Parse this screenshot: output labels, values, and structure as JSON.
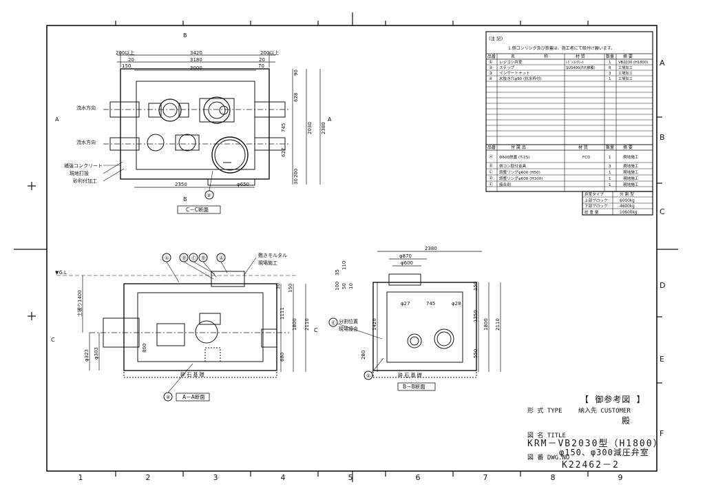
{
  "grid": {
    "bottom_cols": [
      "1",
      "2",
      "3",
      "4",
      "5",
      "6",
      "7",
      "8",
      "9"
    ],
    "right_rows": [
      "A",
      "B",
      "C",
      "D",
      "E",
      "F"
    ]
  },
  "views": {
    "cc_title": "C－C断面",
    "aa_title": "A－A断面",
    "bb_title": "B－B断面",
    "cut_b": "B",
    "cut_a": "A",
    "cut_c": "C"
  },
  "plan": {
    "dims_top": [
      "200以上",
      "3420",
      "200以上"
    ],
    "dims_mid": [
      "20",
      "3180",
      "20"
    ],
    "dims_inner": [
      "3000"
    ],
    "side_labels": [
      "150",
      "70"
    ],
    "dims_right": [
      "90",
      "628",
      "745",
      "2030",
      "2380",
      "627",
      "200",
      "30"
    ],
    "dim_bottom": [
      "2350",
      "φ650"
    ],
    "flow_in": "流水方向",
    "flow_out": "流水方向",
    "notes": [
      "補強コンクリート",
      "現地打設",
      "砂利付加工"
    ],
    "balloon3": "③"
  },
  "section_aa": {
    "gl": "▼G.L",
    "balloons": [
      "①",
      "Ⓓ",
      "Ⓒ",
      "Ⓑ",
      "Ⓐ"
    ],
    "note1": "敷きモルタル",
    "note2": "現場施工",
    "left_dims": [
      "土被り1400",
      "φ323",
      "φ303"
    ],
    "right_dims": [
      "30",
      "150",
      "1111",
      "1800",
      "2110",
      "680"
    ],
    "base": "砕 石 基 礎",
    "balloon4": "④",
    "dim800": "800"
  },
  "section_bb": {
    "top_dims": [
      "2380",
      "φ870",
      "φ600"
    ],
    "left_small": [
      "35",
      "110",
      "100",
      "50",
      "10"
    ],
    "inner_dims": [
      "φ27",
      "745",
      "φ28"
    ],
    "right_dims": [
      "150",
      "1250",
      "1800",
      "2110",
      "550"
    ],
    "left_dim": "1420",
    "left_dim2": "280",
    "note_e1": "分割位置",
    "note_e2": "現場接合",
    "balloonE": "Ⓔ",
    "balloon2": "②",
    "base": "砕 石 基 礎"
  },
  "notes_table": {
    "title": "(注 記)",
    "note": "1.側コンリング及び鉄蓋は、施工者にて取付け願います。",
    "headers": [
      "品番",
      "名",
      "称",
      "材 質",
      "数量",
      "摘 要"
    ],
    "rows": [
      {
        "no": "①",
        "name": "レジコン弁室",
        "mat": "ﾚｼﾞﾝｺﾝｸﾘｰﾄ",
        "qty": "1",
        "rem": "VB2030 (H1800)"
      },
      {
        "no": "②",
        "name": "ステップ",
        "mat": "SUS400(P.P.被覆)",
        "qty": "8",
        "rem": "工場加工"
      },
      {
        "no": "③",
        "name": "インサートナット",
        "mat": "",
        "qty": "3",
        "rem": "工場加工"
      },
      {
        "no": "④",
        "name": "水抜き穴φ50 (抗水枠付)",
        "mat": "",
        "qty": "1",
        "rem": "工場加工"
      }
    ]
  },
  "acc_table": {
    "headers": [
      "品番",
      "付 属 品",
      "材 質",
      "数量",
      "摘 要"
    ],
    "rows": [
      {
        "no": "Ⓐ",
        "name": "Φ600鉄蓋 (T-25)",
        "mat": "FCD",
        "qty": "1",
        "rem": "現地施工"
      },
      {
        "no": "Ⓑ",
        "name": "側コン取付金具",
        "mat": "",
        "qty": "3",
        "rem": "現地施工"
      },
      {
        "no": "Ⓒ",
        "name": "調整リングφ600 (H50)",
        "mat": "",
        "qty": "1",
        "rem": "現地施工"
      },
      {
        "no": "Ⓓ",
        "name": "調整リングφ600 (H100)",
        "mat": "",
        "qty": "1",
        "rem": "現地施工"
      },
      {
        "no": "Ⓔ",
        "name": "接合剤",
        "mat": "",
        "qty": "1",
        "rem": "現地施工"
      }
    ]
  },
  "weight_table": {
    "rows": [
      {
        "label": "弁室タイプ",
        "value": "分 割 型"
      },
      {
        "label": "上部ブロック",
        "value": "6000kg"
      },
      {
        "label": "下部ブロック",
        "value": "4600kg"
      },
      {
        "label": "総 重 量",
        "value": "10600kg"
      }
    ]
  },
  "title_block": {
    "ref": "【 御参考図 】",
    "type_label": "形 式  TYPE",
    "customer_label": "納入先 CUSTOMER",
    "customer_value": "殿",
    "title_label": "図 名  TITLE",
    "title_line1": "KRM－VB2030型（H1800）",
    "title_line2": "φ150、φ300減圧弁室",
    "dwg_label": "図 番  DWG.NO",
    "dwg_no": "K22462－2"
  }
}
